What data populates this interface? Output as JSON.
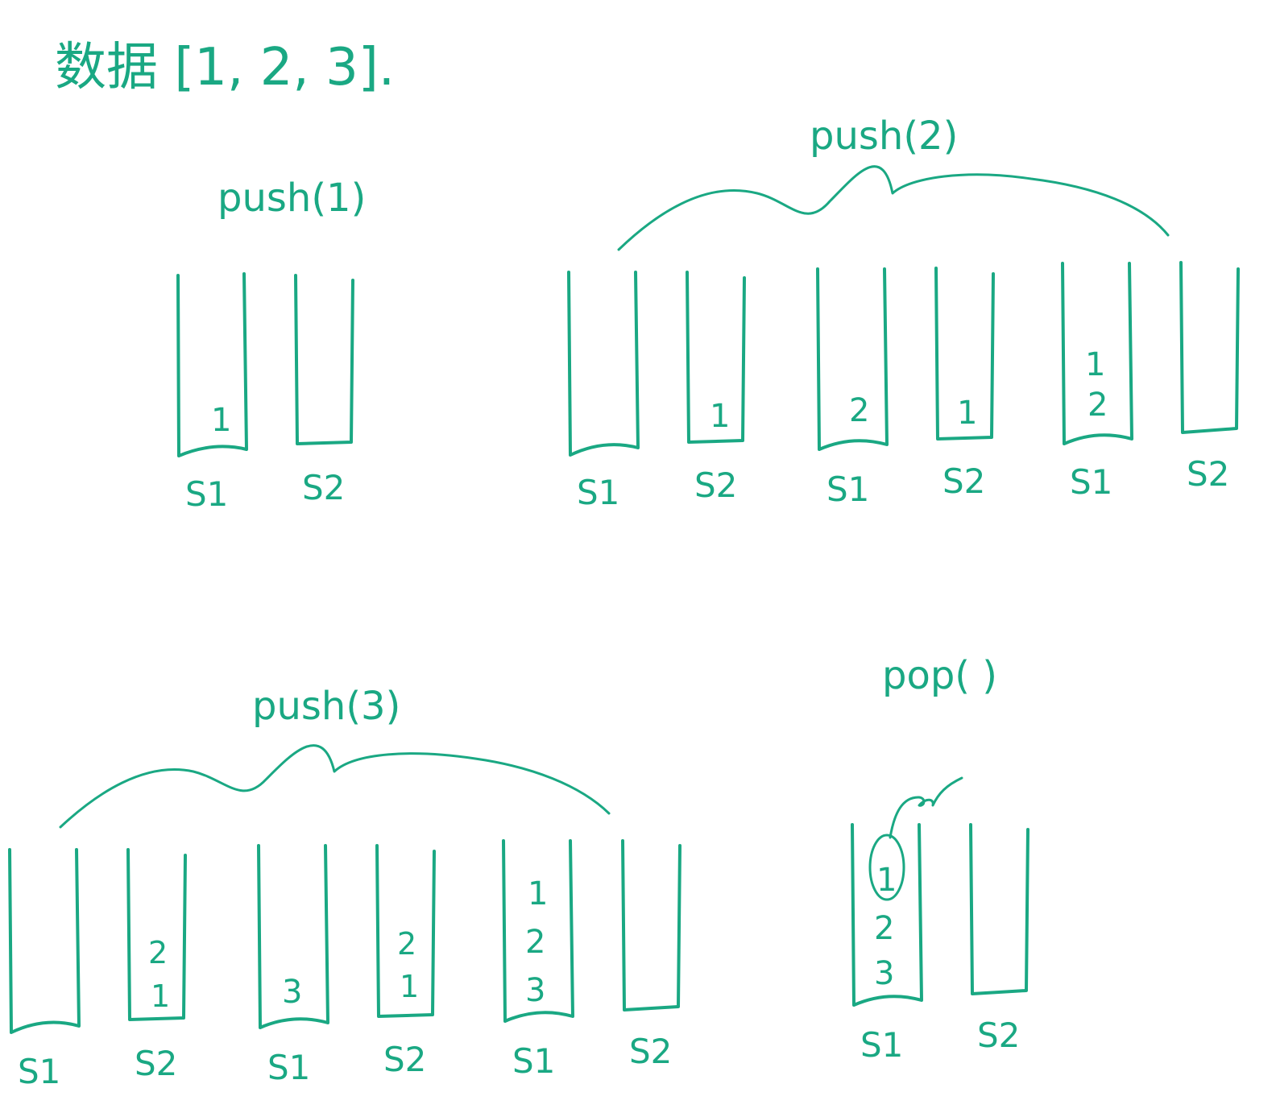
{
  "title": "数据 [1, 2, 3].",
  "ink_color": "#1aa883",
  "panels": [
    {
      "id": "push1",
      "label": "push(1)",
      "stacks": [
        {
          "name": "S1",
          "items": [
            "1"
          ]
        },
        {
          "name": "S2",
          "items": []
        }
      ]
    },
    {
      "id": "push2",
      "label": "push(2)",
      "stacks": [
        {
          "name": "S1",
          "items": []
        },
        {
          "name": "S2",
          "items": [
            "1"
          ]
        },
        {
          "name": "S1",
          "items": [
            "2"
          ]
        },
        {
          "name": "S2",
          "items": [
            "1"
          ]
        },
        {
          "name": "S1",
          "items": [
            "1",
            "2"
          ]
        },
        {
          "name": "S2",
          "items": []
        }
      ]
    },
    {
      "id": "push3",
      "label": "push(3)",
      "stacks": [
        {
          "name": "S1",
          "items": []
        },
        {
          "name": "S2",
          "items": [
            "2",
            "1"
          ]
        },
        {
          "name": "S1",
          "items": [
            "3"
          ]
        },
        {
          "name": "S2",
          "items": [
            "2",
            "1"
          ]
        },
        {
          "name": "S1",
          "items": [
            "1",
            "2",
            "3"
          ]
        },
        {
          "name": "S2",
          "items": []
        }
      ]
    },
    {
      "id": "pop",
      "label": "pop( )",
      "stacks": [
        {
          "name": "S1",
          "items": [
            "1",
            "2",
            "3"
          ],
          "circled": "1"
        },
        {
          "name": "S2",
          "items": []
        }
      ]
    }
  ]
}
